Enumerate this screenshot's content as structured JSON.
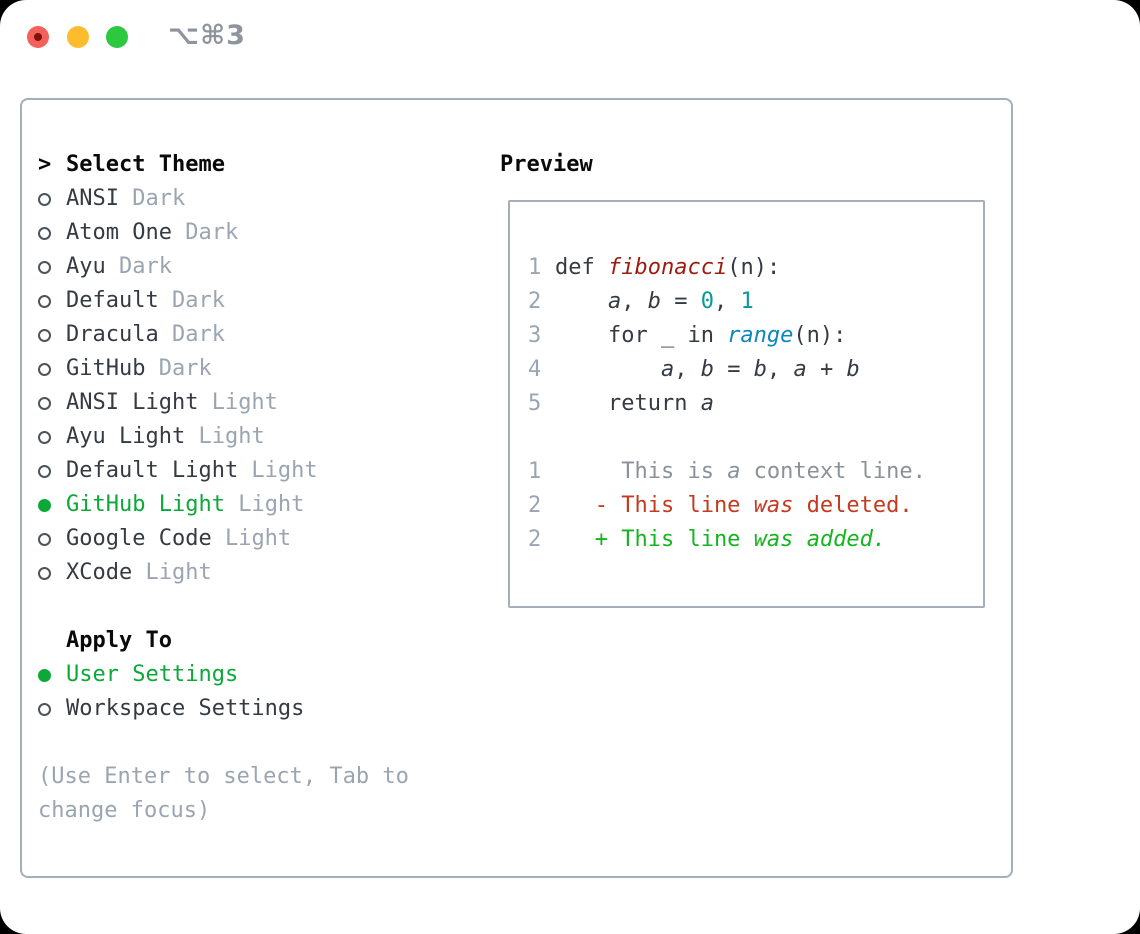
{
  "window": {
    "shortcut": "⌥⌘3",
    "controls": [
      "close",
      "minimize",
      "zoom"
    ]
  },
  "theme_panel": {
    "prompt": ">",
    "header": "Select Theme",
    "themes": [
      {
        "name": "ANSI",
        "variant": "Dark",
        "selected": false
      },
      {
        "name": "Atom One",
        "variant": "Dark",
        "selected": false
      },
      {
        "name": "Ayu",
        "variant": "Dark",
        "selected": false
      },
      {
        "name": "Default",
        "variant": "Dark",
        "selected": false
      },
      {
        "name": "Dracula",
        "variant": "Dark",
        "selected": false
      },
      {
        "name": "GitHub",
        "variant": "Dark",
        "selected": false
      },
      {
        "name": "ANSI Light",
        "variant": "Light",
        "selected": false
      },
      {
        "name": "Ayu Light",
        "variant": "Light",
        "selected": false
      },
      {
        "name": "Default Light",
        "variant": "Light",
        "selected": false
      },
      {
        "name": "GitHub Light",
        "variant": "Light",
        "selected": true
      },
      {
        "name": "Google Code",
        "variant": "Light",
        "selected": false
      },
      {
        "name": "XCode",
        "variant": "Light",
        "selected": false
      }
    ],
    "apply_to": {
      "header": "Apply To",
      "options": [
        {
          "label": "User Settings",
          "selected": true
        },
        {
          "label": "Workspace Settings",
          "selected": false
        }
      ]
    },
    "help": [
      "(Use Enter to select, Tab to",
      "change focus)"
    ]
  },
  "preview": {
    "header": "Preview",
    "lines": [
      {
        "n": "1",
        "toks": [
          [
            "def ",
            "p"
          ],
          [
            "fibonacci",
            "fn"
          ],
          [
            "(n):",
            "p"
          ]
        ]
      },
      {
        "n": "2",
        "toks": [
          [
            "    ",
            "p"
          ],
          [
            "a",
            "v"
          ],
          [
            ", ",
            "p"
          ],
          [
            "b",
            "v"
          ],
          [
            " = ",
            "p"
          ],
          [
            "0",
            "num"
          ],
          [
            ", ",
            "p"
          ],
          [
            "1",
            "num"
          ]
        ]
      },
      {
        "n": "3",
        "toks": [
          [
            "    for _ in ",
            "p"
          ],
          [
            "range",
            "bi"
          ],
          [
            "(n):",
            "p"
          ]
        ]
      },
      {
        "n": "4",
        "toks": [
          [
            "        ",
            "p"
          ],
          [
            "a",
            "v"
          ],
          [
            ", ",
            "p"
          ],
          [
            "b",
            "v"
          ],
          [
            " = ",
            "p"
          ],
          [
            "b",
            "v"
          ],
          [
            ", ",
            "p"
          ],
          [
            "a",
            "v"
          ],
          [
            " + ",
            "p"
          ],
          [
            "b",
            "v"
          ]
        ]
      },
      {
        "n": "5",
        "toks": [
          [
            "    return ",
            "p"
          ],
          [
            "a",
            "v"
          ]
        ]
      },
      {
        "n": "",
        "toks": []
      },
      {
        "n": "1",
        "toks": [
          [
            "     This is ",
            "ctx"
          ],
          [
            "a",
            "ctx",
            true
          ],
          [
            " context line.",
            "ctx"
          ]
        ]
      },
      {
        "n": "2",
        "toks": [
          [
            "   - This line ",
            "del"
          ],
          [
            "was",
            "del",
            true
          ],
          [
            " deleted.",
            "del"
          ]
        ]
      },
      {
        "n": "2",
        "toks": [
          [
            "   + This line ",
            "add"
          ],
          [
            "was",
            "add",
            true
          ],
          [
            " ",
            "add"
          ],
          [
            "added.",
            "add",
            true
          ]
        ]
      }
    ]
  },
  "colors": {
    "selection_green": "#0ca838",
    "added_green": "#16b41f",
    "deleted_red": "#c43a20",
    "function_red": "#9b1d10",
    "number_teal": "#0b9898",
    "builtin_blue": "#0c87bb",
    "muted_gray": "#9aa5b1",
    "border_gray": "#a6aeb8",
    "traffic_red": "#f4615a",
    "traffic_yellow": "#fdbc2e",
    "traffic_green": "#2bc840"
  }
}
